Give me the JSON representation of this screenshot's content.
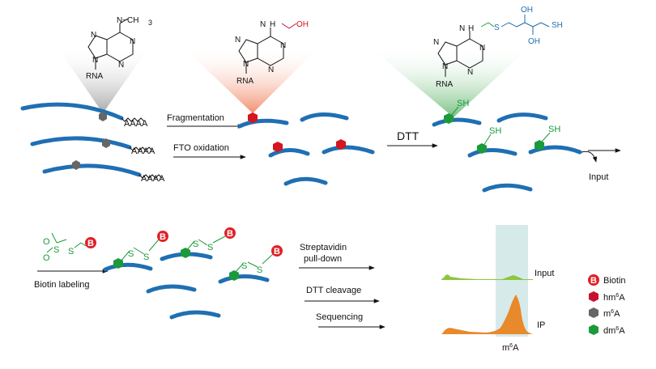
{
  "molecules": {
    "m6a": {
      "top_group": "N−CH",
      "sub": "3",
      "ring_atoms": [
        "N",
        "N",
        "N",
        "N"
      ],
      "link": "RNA"
    },
    "hm6a": {
      "nh": "N",
      "h": "H",
      "oh": "OH",
      "ring_atoms": [
        "N",
        "N",
        "N",
        "N"
      ],
      "link": "RNA"
    },
    "dm6a": {
      "nh": "N",
      "h": "H",
      "s": "S",
      "oh1": "OH",
      "oh2": "OH",
      "sh": "SH",
      "ring_atoms": [
        "N",
        "N",
        "N",
        "N"
      ],
      "link": "RNA"
    }
  },
  "polya": "AAAA",
  "steps": {
    "fragmentation": "Fragmentation",
    "fto": "FTO oxidation",
    "dtt": "DTT",
    "input": "Input",
    "biotin_labeling": "Biotin labeling",
    "streptavidin_1": "Streptavidin",
    "streptavidin_2": "pull-down",
    "dtt_cleavage": "DTT cleavage",
    "sequencing": "Sequencing"
  },
  "tags": {
    "sh": "SH",
    "s": "S",
    "b": "B",
    "o": "O"
  },
  "tracks": {
    "input": "Input",
    "ip": "IP",
    "peak_label_base": "m",
    "peak_label_sup": "6",
    "peak_label_end": "A"
  },
  "legend": [
    {
      "label": "Biotin",
      "marker": "biotin-badge",
      "color": "#e02127"
    },
    {
      "label_base": "hm",
      "sup": "6",
      "label_end": "A",
      "marker": "hexagon",
      "color": "#c8102e"
    },
    {
      "label_base": "m",
      "sup": "6",
      "label_end": "A",
      "marker": "hexagon",
      "color": "#666666"
    },
    {
      "label_base": "dm",
      "sup": "6",
      "label_end": "A",
      "marker": "hexagon",
      "color": "#1a9a3a"
    }
  ],
  "colors": {
    "rna": "#1f6fb3",
    "m6a": "#666666",
    "hm6a": "#d5151f",
    "dm6a": "#1a9a3a",
    "biotin": "#e02127",
    "input_track": "#8cc63f",
    "ip_track": "#e8892b",
    "highlight": "#d7eaea"
  }
}
